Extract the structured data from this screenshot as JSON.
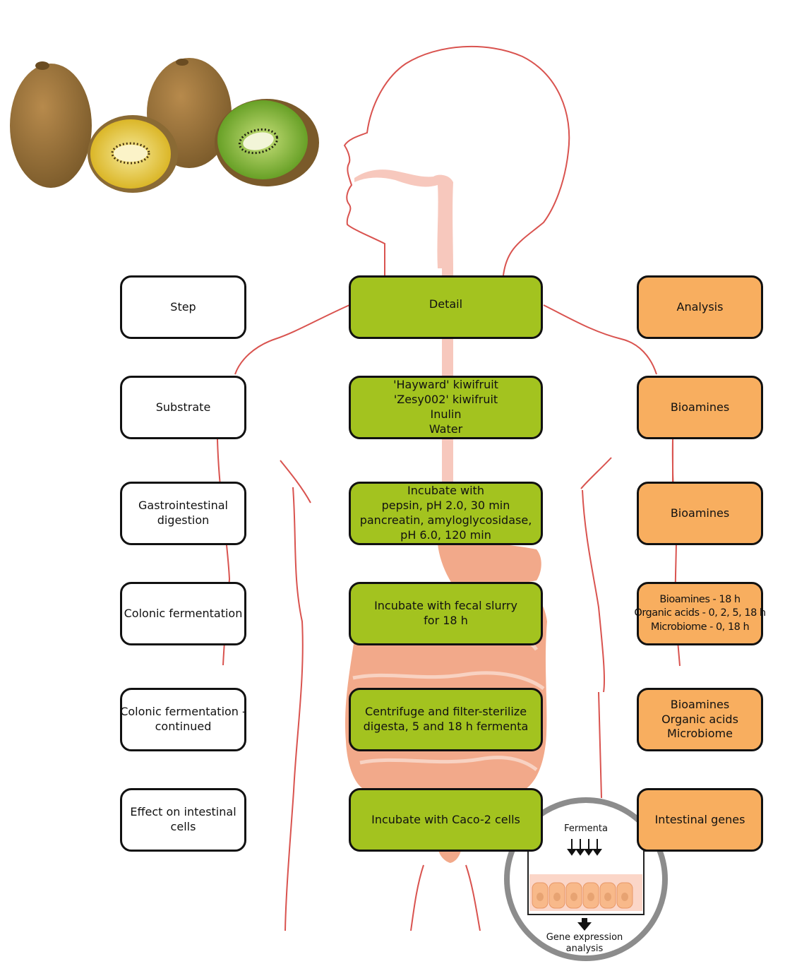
{
  "headers": {
    "step": "Step",
    "detail": "Detail",
    "analysis": "Analysis"
  },
  "rows": [
    {
      "step": [
        "Substrate"
      ],
      "detail": [
        "'Hayward' kiwifruit",
        "'Zesy002' kiwifruit",
        "Inulin",
        "Water"
      ],
      "analysis": [
        "Bioamines"
      ]
    },
    {
      "step": [
        "Gastrointestinal",
        "digestion"
      ],
      "detail": [
        "Incubate with",
        "pepsin, pH 2.0, 30 min",
        "pancreatin, amyloglycosidase,",
        "pH 6.0, 120 min"
      ],
      "analysis": [
        "Bioamines"
      ]
    },
    {
      "step": [
        "Colonic fermentation"
      ],
      "detail": [
        "Incubate with fecal slurry",
        "for 18 h"
      ],
      "analysis": [
        "Bioamines - 18 h",
        "Organic acids - 0, 2, 5, 18 h",
        "Microbiome - 0, 18 h"
      ]
    },
    {
      "step": [
        "Colonic fermentation -",
        "continued"
      ],
      "detail": [
        "Centrifuge and filter-sterilize",
        "digesta, 5 and 18 h fermenta"
      ],
      "analysis": [
        "Bioamines",
        "Organic acids",
        "Microbiome"
      ]
    },
    {
      "step": [
        "Effect on intestinal",
        "cells"
      ],
      "detail": [
        "Incubate with Caco-2 cells"
      ],
      "analysis": [
        "Intestinal genes"
      ]
    }
  ],
  "inset": {
    "top_label": "Fermenta",
    "bottom_label": [
      "Gene expression",
      "analysis"
    ]
  },
  "colors": {
    "step_fill": "#ffffff",
    "detail_fill": "#a3c31f",
    "analysis_fill": "#f8ae5f",
    "outline": "#d9534f",
    "gut": "#f2a98a",
    "esophagus": "#f7c8bd",
    "inset_ring": "#8c8c8c"
  }
}
